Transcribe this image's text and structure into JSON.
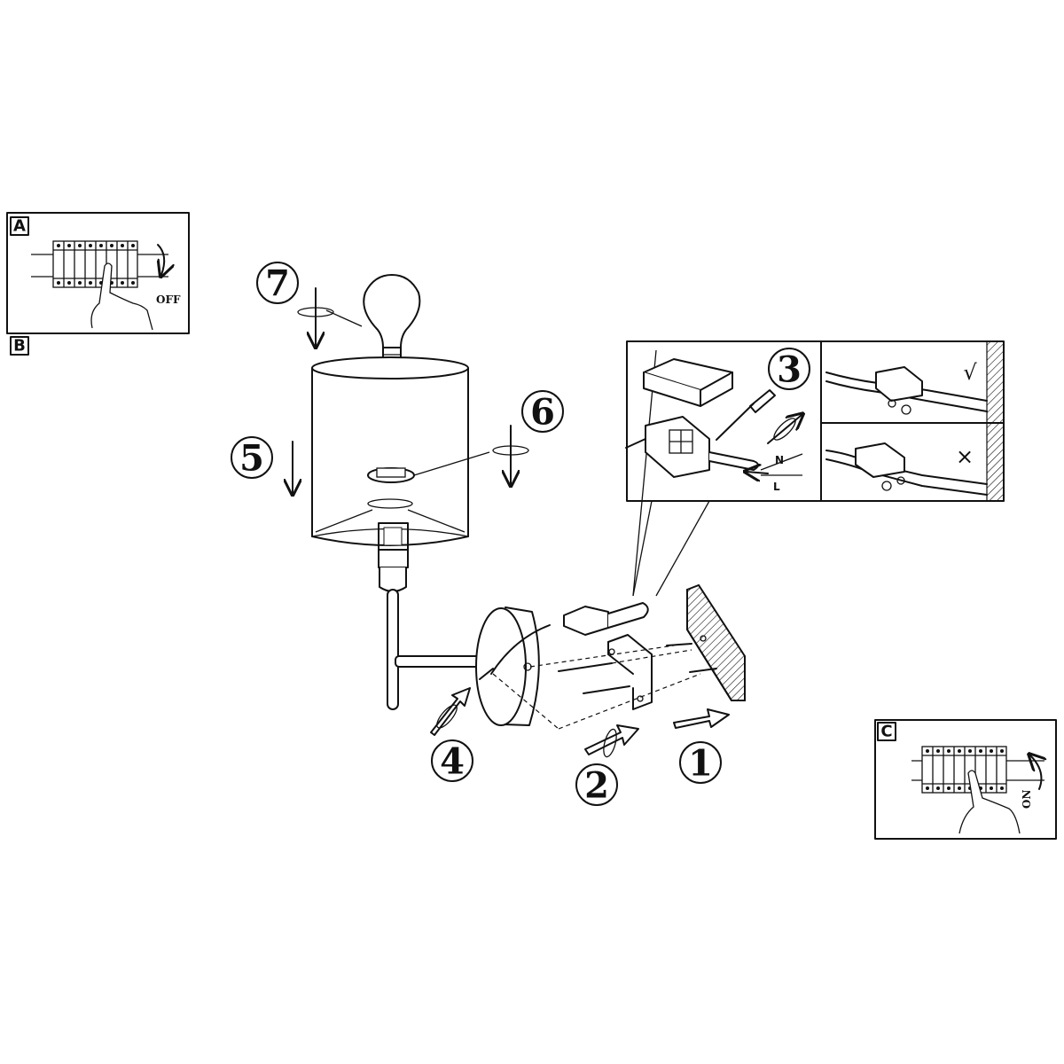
{
  "panels": {
    "a": {
      "letter": "A",
      "switch_label": "OFF"
    },
    "b": {
      "letter": "B"
    },
    "c": {
      "letter": "C",
      "switch_label": "ON"
    }
  },
  "steps": [
    "1",
    "2",
    "3",
    "4",
    "5",
    "6",
    "7"
  ],
  "wiring_detail": {
    "neutral_label": "N",
    "live_label": "L",
    "correct_mark": "√",
    "wrong_mark": "×"
  }
}
